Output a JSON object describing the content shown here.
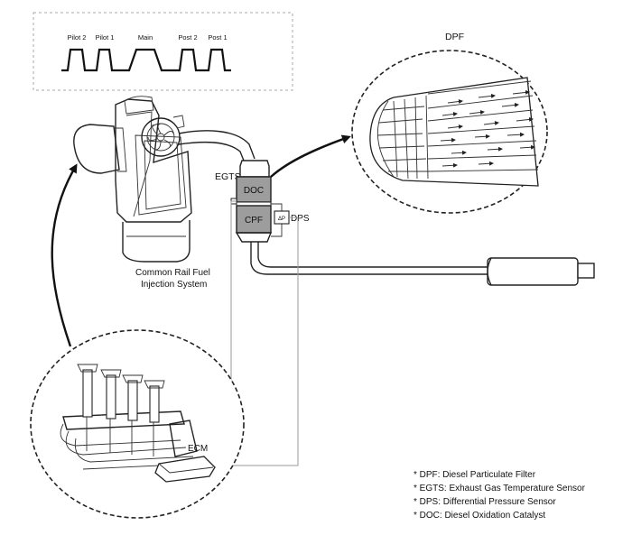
{
  "pulses": {
    "pilot2": "Pilot 2",
    "pilot1": "Pilot 1",
    "main": "Main",
    "post2": "Post 2",
    "post1": "Post 1"
  },
  "labels": {
    "dpf_title": "DPF",
    "egts": "EGTS",
    "doc": "DOC",
    "cpf": "CPF",
    "delta_p": "ΔP",
    "dps": "DPS",
    "engine_line1": "Common Rail Fuel",
    "engine_line2": "Injection System",
    "ecm": "ECM"
  },
  "legend": [
    "* DPF: Diesel Particulate Filter",
    "* EGTS: Exhaust Gas Temperature Sensor",
    "* DPS: Differential Pressure Sensor",
    "* DOC: Diesel Oxidation Catalyst"
  ]
}
